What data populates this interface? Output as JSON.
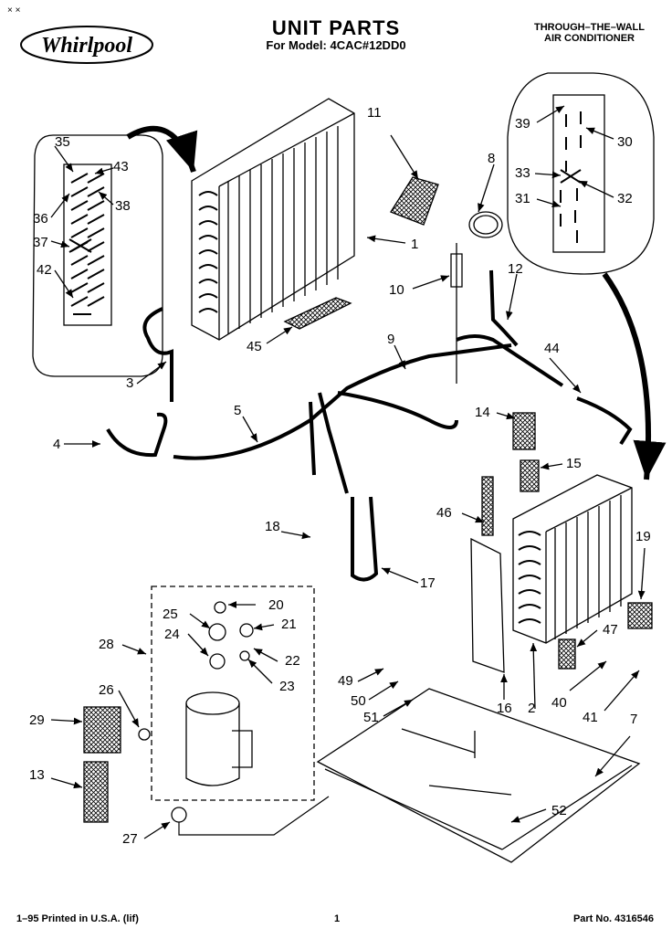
{
  "header": {
    "corner_mark": "× ×",
    "title": "UNIT PARTS",
    "model_line": "For Model: 4CAC#12DD0",
    "product_line1": "THROUGH–THE–WALL",
    "product_line2": "AIR CONDITIONER",
    "brand": "Whirlpool"
  },
  "footer": {
    "printed": "1–95 Printed in U.S.A. (lif)",
    "page": "1",
    "part_no": "Part No. 4316546"
  },
  "callouts": [
    {
      "id": "c1",
      "text": "1"
    },
    {
      "id": "c2",
      "text": "2"
    },
    {
      "id": "c3",
      "text": "3"
    },
    {
      "id": "c4",
      "text": "4"
    },
    {
      "id": "c5",
      "text": "5"
    },
    {
      "id": "c7",
      "text": "7"
    },
    {
      "id": "c8",
      "text": "8"
    },
    {
      "id": "c9",
      "text": "9"
    },
    {
      "id": "c10",
      "text": "10"
    },
    {
      "id": "c11",
      "text": "11"
    },
    {
      "id": "c12",
      "text": "12"
    },
    {
      "id": "c13",
      "text": "13"
    },
    {
      "id": "c14",
      "text": "14"
    },
    {
      "id": "c15",
      "text": "15"
    },
    {
      "id": "c16",
      "text": "16"
    },
    {
      "id": "c17",
      "text": "17"
    },
    {
      "id": "c18",
      "text": "18"
    },
    {
      "id": "c19",
      "text": "19"
    },
    {
      "id": "c20",
      "text": "20"
    },
    {
      "id": "c21",
      "text": "21"
    },
    {
      "id": "c22",
      "text": "22"
    },
    {
      "id": "c23",
      "text": "23"
    },
    {
      "id": "c24",
      "text": "24"
    },
    {
      "id": "c25",
      "text": "25"
    },
    {
      "id": "c26",
      "text": "26"
    },
    {
      "id": "c27",
      "text": "27"
    },
    {
      "id": "c28",
      "text": "28"
    },
    {
      "id": "c29",
      "text": "29"
    },
    {
      "id": "c30",
      "text": "30"
    },
    {
      "id": "c31",
      "text": "31"
    },
    {
      "id": "c32",
      "text": "32"
    },
    {
      "id": "c33",
      "text": "33"
    },
    {
      "id": "c35",
      "text": "35"
    },
    {
      "id": "c36",
      "text": "36"
    },
    {
      "id": "c37",
      "text": "37"
    },
    {
      "id": "c38",
      "text": "38"
    },
    {
      "id": "c39",
      "text": "39"
    },
    {
      "id": "c40",
      "text": "40"
    },
    {
      "id": "c41",
      "text": "41"
    },
    {
      "id": "c42",
      "text": "42"
    },
    {
      "id": "c43",
      "text": "43"
    },
    {
      "id": "c44",
      "text": "44"
    },
    {
      "id": "c45",
      "text": "45"
    },
    {
      "id": "c46",
      "text": "46"
    },
    {
      "id": "c47",
      "text": "47"
    },
    {
      "id": "c49",
      "text": "49"
    },
    {
      "id": "c50",
      "text": "50"
    },
    {
      "id": "c51",
      "text": "51"
    },
    {
      "id": "c52",
      "text": "52"
    }
  ]
}
